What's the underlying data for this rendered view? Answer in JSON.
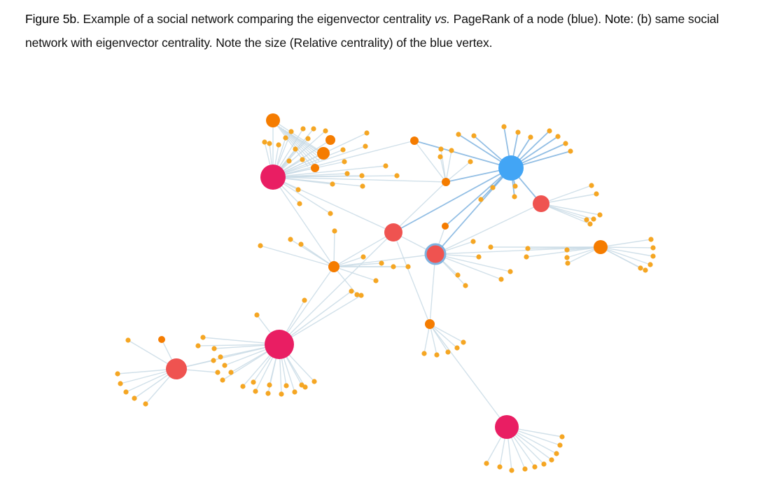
{
  "caption": {
    "label": "Figure 5b.",
    "text_1": " Example of a social network comparing the eigenvector centrality ",
    "vs": "vs.",
    "text_2": " PageRank of a node (blue). ",
    "note_label": "Note:",
    "text_3": " (b) same social network with eigenvector centrality. Note the size (Relative centrality) of the blue vertex."
  },
  "colors": {
    "pink": "#e91e63",
    "red": "#ef5350",
    "orange": "#f57c00",
    "leaf": "#f5a623",
    "blue": "#42a5f5",
    "edge": "#c9dbe6",
    "edge_blue": "#7fb3e0"
  }
}
